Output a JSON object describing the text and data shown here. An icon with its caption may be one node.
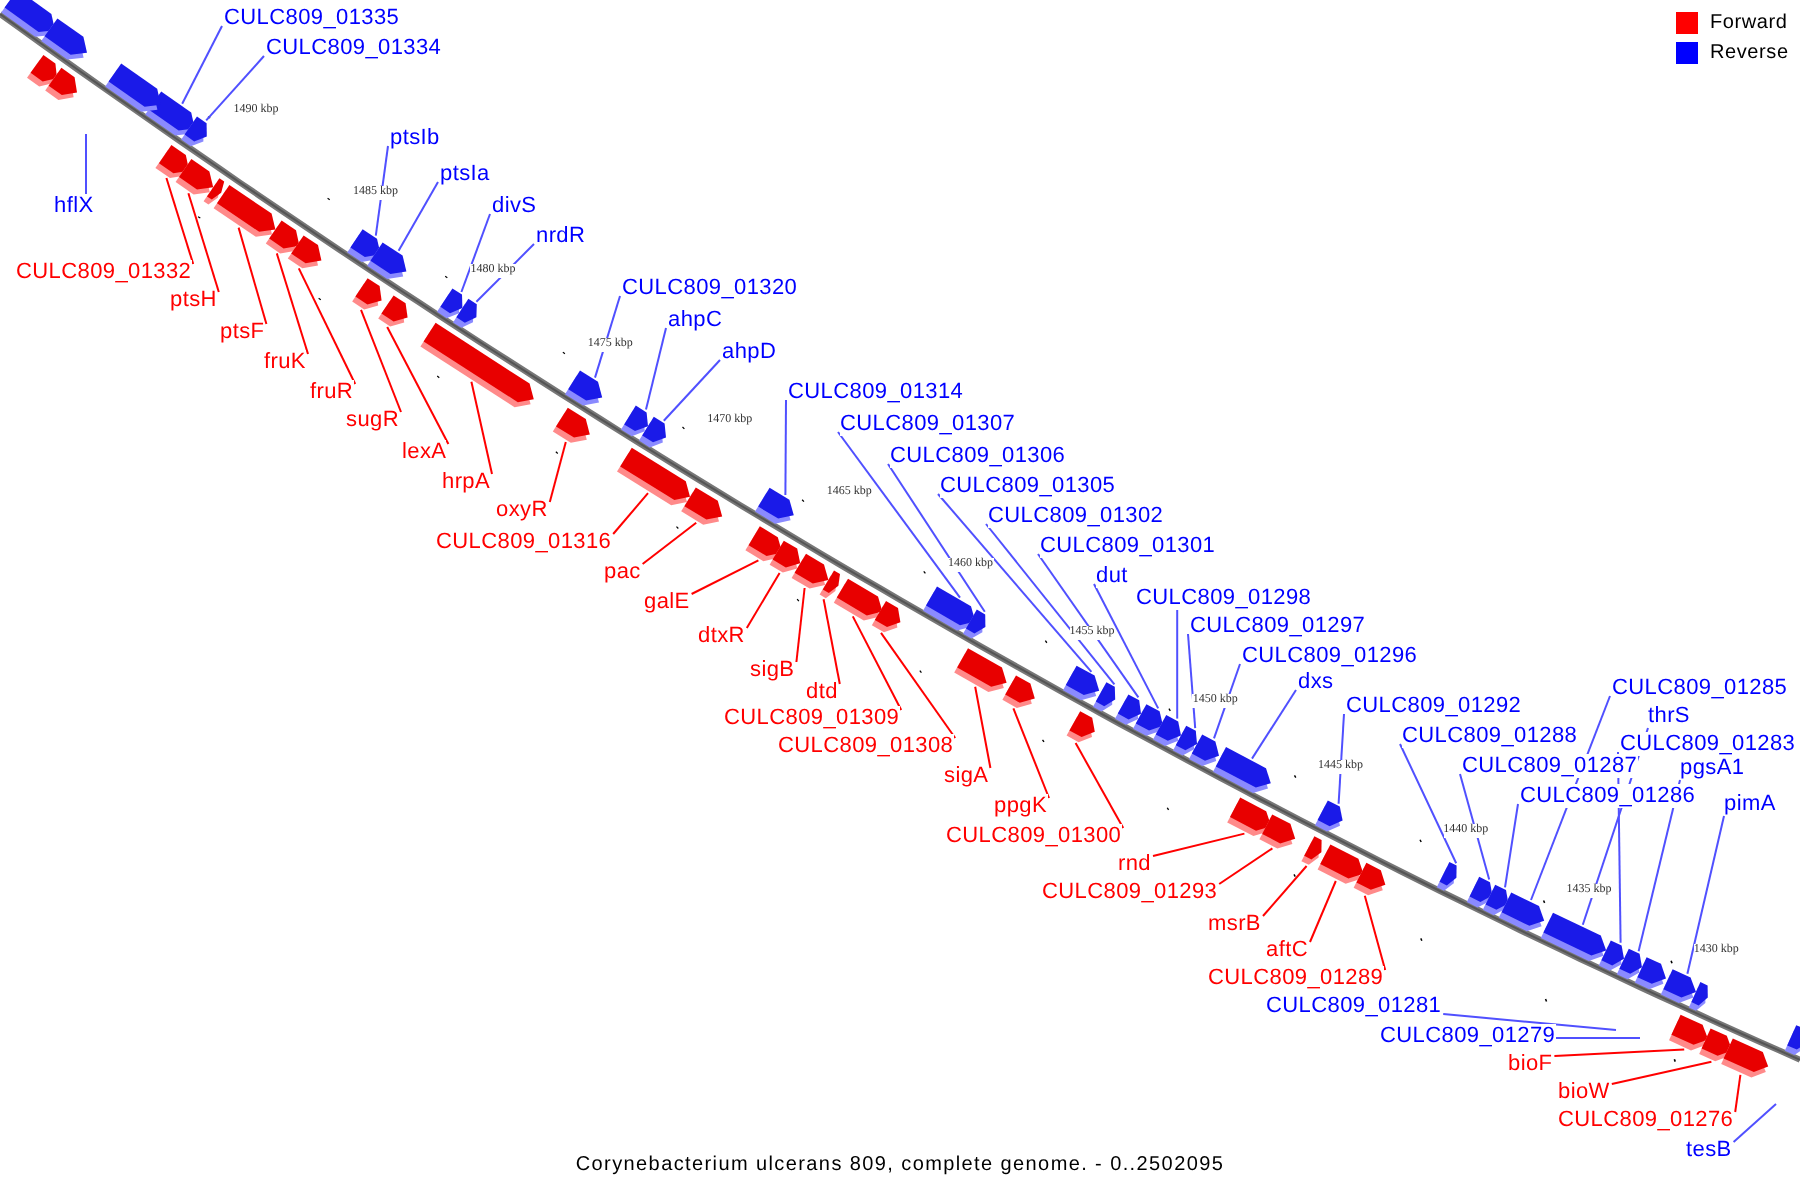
{
  "diagram": {
    "caption": "Corynebacterium ulcerans 809, complete genome. - 0..2502095",
    "nodes": [
      {
        "text": [
          "CULC809_01335"
        ]
      },
      {
        "text": [
          "CULC809_01334"
        ]
      },
      {
        "text": [
          "ptsIb"
        ]
      },
      {
        "text": [
          "ptsIa"
        ]
      },
      {
        "text": [
          "hflX"
        ]
      },
      {
        "text": [
          "divS"
        ]
      },
      {
        "text": [
          "nrdR"
        ]
      },
      {
        "text": [
          "CULC809_01332"
        ]
      },
      {
        "text": [
          "CULC809_01320"
        ]
      },
      {
        "text": [
          "ptsH"
        ]
      },
      {
        "text": [
          "ahpC"
        ]
      },
      {
        "text": [
          "ptsF"
        ]
      },
      {
        "text": [
          "ahpD"
        ]
      },
      {
        "text": [
          "fruK"
        ]
      },
      {
        "text": [
          "CULC809_01314"
        ]
      },
      {
        "text": [
          "fruR"
        ]
      },
      {
        "text": [
          "sugR"
        ]
      },
      {
        "text": [
          "CULC809_01307"
        ]
      },
      {
        "text": [
          "lexA"
        ]
      },
      {
        "text": [
          "CULC809_01306"
        ]
      },
      {
        "text": [
          "hrpA"
        ]
      },
      {
        "text": [
          "CULC809_01305"
        ]
      },
      {
        "text": [
          "oxyR"
        ]
      },
      {
        "text": [
          "CULC809_01302"
        ]
      },
      {
        "text": [
          "CULC809_01316"
        ]
      },
      {
        "text": [
          "CULC809_01301"
        ]
      },
      {
        "text": [
          "pac"
        ]
      },
      {
        "text": [
          "dut"
        ]
      },
      {
        "text": [
          "CULC809_01298"
        ]
      },
      {
        "text": [
          "galE"
        ]
      },
      {
        "text": [
          "CULC809_01297"
        ]
      },
      {
        "text": [
          "dtxR"
        ]
      },
      {
        "text": [
          "CULC809_01296"
        ]
      },
      {
        "text": [
          "sigB"
        ]
      },
      {
        "text": [
          "dxs"
        ]
      },
      {
        "text": [
          "dtd"
        ]
      },
      {
        "text": [
          "CULC809_01292"
        ]
      },
      {
        "text": [
          "CULC809_01285"
        ]
      },
      {
        "text": [
          "thrS"
        ]
      },
      {
        "text": [
          "CULC809_01309"
        ]
      },
      {
        "text": [
          "CULC809_01288"
        ]
      },
      {
        "text": [
          "CULC809_01283"
        ]
      },
      {
        "text": [
          "CULC809_01308"
        ]
      },
      {
        "text": [
          "CULC809_01287"
        ]
      },
      {
        "text": [
          "pgsA1"
        ]
      },
      {
        "text": [
          "sigA"
        ]
      },
      {
        "text": [
          "CULC809_01286"
        ]
      },
      {
        "text": [
          "pimA"
        ]
      },
      {
        "text": [
          "ppgK"
        ]
      },
      {
        "text": [
          "CULC809_01300"
        ]
      },
      {
        "text": [
          "rnd"
        ]
      },
      {
        "text": [
          "CULC809_01293"
        ]
      },
      {
        "text": [
          "msrB"
        ]
      },
      {
        "text": [
          "aftC"
        ]
      },
      {
        "text": [
          "CULC809_01289"
        ]
      },
      {
        "text": [
          "CULC809_01281"
        ]
      },
      {
        "text": [
          "CULC809_01279"
        ]
      },
      {
        "text": [
          "bioF"
        ]
      },
      {
        "text": [
          "bioW"
        ]
      },
      {
        "text": [
          "CULC809_01276"
        ]
      },
      {
        "text": [
          "tesB"
        ]
      },
      {
        "text": [],
        "shape": "bar"
      },
      {
        "text": [],
        "shape": "bar"
      },
      {
        "text": [],
        "shape": "bar"
      },
      {
        "text": [],
        "shape": "bar"
      },
      {
        "text": [],
        "shape": "bar"
      },
      {
        "text": [],
        "shape": "bar"
      },
      {
        "text": [],
        "shape": "bar"
      },
      {
        "text": [],
        "shape": "bar"
      },
      {
        "text": [],
        "shape": "bar"
      },
      {
        "text": [],
        "shape": "bar"
      },
      {
        "text": [],
        "shape": "bar"
      },
      {
        "text": [],
        "shape": "bar"
      },
      {
        "text": [],
        "shape": "bar"
      },
      {
        "text": [],
        "shape": "bar"
      },
      {
        "text": [],
        "shape": "bar"
      },
      {
        "text": [],
        "shape": "bar"
      },
      {
        "text": [],
        "shape": "bar"
      },
      {
        "text": [],
        "shape": "bar"
      },
      {
        "text": [],
        "shape": "bar"
      },
      {
        "text": [],
        "shape": "bar"
      },
      {
        "text": [],
        "shape": "bar"
      },
      {
        "text": [],
        "shape": "bar"
      },
      {
        "text": [],
        "shape": "bar"
      },
      {
        "text": [],
        "shape": "bar"
      },
      {
        "text": [],
        "shape": "bar"
      },
      {
        "text": [],
        "shape": "bar"
      },
      {
        "text": [],
        "shape": "bar"
      },
      {
        "text": [],
        "shape": "bar"
      },
      {
        "text": [],
        "shape": "bar"
      },
      {
        "text": [],
        "shape": "bar"
      },
      {
        "text": [],
        "shape": "bar"
      },
      {
        "text": [],
        "shape": "bar"
      },
      {
        "text": [],
        "shape": "bar"
      },
      {
        "text": [],
        "shape": "bar"
      },
      {
        "text": [],
        "shape": "bar"
      },
      {
        "text": [],
        "shape": "bar"
      },
      {
        "text": [],
        "shape": "bar"
      },
      {
        "text": [],
        "shape": "bar"
      },
      {
        "text": [],
        "shape": "bar"
      },
      {
        "text": [],
        "shape": "bar"
      },
      {
        "text": [],
        "shape": "bar"
      },
      {
        "text": [],
        "shape": "bar"
      },
      {
        "text": [],
        "shape": "bar"
      },
      {
        "text": [],
        "shape": "bar"
      },
      {
        "text": [],
        "shape": "bar"
      },
      {
        "text": [],
        "shape": "bar"
      },
      {
        "text": [],
        "shape": "bar"
      },
      {
        "text": [],
        "shape": "bar"
      },
      {
        "text": [],
        "shape": "bar"
      },
      {
        "text": [],
        "shape": "bar"
      },
      {
        "text": [],
        "shape": "bar"
      },
      {
        "text": [],
        "shape": "bar"
      },
      {
        "text": [],
        "shape": "bar"
      },
      {
        "text": [],
        "shape": "bar"
      },
      {
        "text": [],
        "shape": "bar"
      },
      {
        "text": [],
        "shape": "bar"
      },
      {
        "text": [],
        "shape": "bar"
      },
      {
        "text": [],
        "shape": "bar"
      },
      {
        "text": [],
        "shape": "bar"
      },
      {
        "text": [],
        "shape": "bar"
      },
      {
        "text": [],
        "shape": "bar"
      },
      {
        "text": [],
        "shape": "bar"
      },
      {
        "text": [],
        "shape": "bar"
      },
      {
        "text": [],
        "shape": "bar"
      },
      {
        "text": [],
        "shape": "bar"
      },
      {
        "text": [],
        "shape": "bar"
      }
    ],
    "edges": [
      {
        "from": 0,
        "to": 61,
        "arrow": "none"
      },
      {
        "from": 1,
        "to": 63,
        "arrow": "none"
      },
      {
        "from": 2,
        "to": 68,
        "arrow": "none"
      },
      {
        "from": 3,
        "to": 69,
        "arrow": "none"
      },
      {
        "from": 4,
        "to": null,
        "arrow": "none"
      },
      {
        "from": 5,
        "to": 72,
        "arrow": "none"
      },
      {
        "from": 6,
        "to": 74,
        "arrow": "none"
      },
      {
        "from": 7,
        "to": 62,
        "arrow": "none",
        "color": "#ff0000"
      },
      {
        "from": 8,
        "to": 75,
        "arrow": "none"
      },
      {
        "from": 9,
        "to": 64,
        "arrow": "none",
        "color": "#ff0000"
      },
      {
        "from": 10,
        "to": 77,
        "arrow": "none"
      },
      {
        "from": 11,
        "to": 65,
        "arrow": "none",
        "color": "#ff0000"
      },
      {
        "from": 12,
        "to": 79,
        "arrow": "none"
      },
      {
        "from": 13,
        "to": 66,
        "arrow": "none",
        "color": "#ff0000"
      },
      {
        "from": 14,
        "to": 81,
        "arrow": "none"
      },
      {
        "from": 15,
        "to": 67,
        "arrow": "none",
        "color": "#ff0000"
      },
      {
        "from": 16,
        "to": 70,
        "arrow": "none",
        "color": "#ff0000"
      },
      {
        "from": 17,
        "to": 88,
        "arrow": "none"
      },
      {
        "from": 18,
        "to": 71,
        "arrow": "none",
        "color": "#ff0000"
      },
      {
        "from": 19,
        "to": 89,
        "arrow": "none"
      },
      {
        "from": 20,
        "to": 73,
        "arrow": "none",
        "color": "#ff0000"
      },
      {
        "from": 21,
        "to": 92,
        "arrow": "none"
      },
      {
        "from": 22,
        "to": 76,
        "arrow": "none",
        "color": "#ff0000"
      },
      {
        "from": 23,
        "to": 94,
        "arrow": "none"
      },
      {
        "from": 24,
        "to": 78,
        "arrow": "none",
        "color": "#ff0000"
      },
      {
        "from": 25,
        "to": 95,
        "arrow": "none"
      },
      {
        "from": 26,
        "to": 80,
        "arrow": "none",
        "color": "#ff0000"
      },
      {
        "from": 27,
        "to": 96,
        "arrow": "none"
      },
      {
        "from": 28,
        "to": 97,
        "arrow": "none"
      },
      {
        "from": 29,
        "to": 82,
        "arrow": "none",
        "color": "#ff0000"
      },
      {
        "from": 30,
        "to": 98,
        "arrow": "none"
      },
      {
        "from": 31,
        "to": 83,
        "arrow": "none",
        "color": "#ff0000"
      },
      {
        "from": 32,
        "to": 99,
        "arrow": "none"
      },
      {
        "from": 33,
        "to": 84,
        "arrow": "none",
        "color": "#ff0000"
      },
      {
        "from": 34,
        "to": 100,
        "arrow": "none"
      },
      {
        "from": 35,
        "to": 85,
        "arrow": "none",
        "color": "#ff0000"
      },
      {
        "from": 36,
        "to": 103,
        "arrow": "none"
      },
      {
        "from": 37,
        "to": 110,
        "arrow": "none"
      },
      {
        "from": 38,
        "to": 111,
        "arrow": "none"
      },
      {
        "from": 39,
        "to": 86,
        "arrow": "none",
        "color": "#ff0000"
      },
      {
        "from": 40,
        "to": 107,
        "arrow": "none"
      },
      {
        "from": 41,
        "to": 112,
        "arrow": "none"
      },
      {
        "from": 42,
        "to": 87,
        "arrow": "none",
        "color": "#ff0000"
      },
      {
        "from": 43,
        "to": 108,
        "arrow": "none"
      },
      {
        "from": 44,
        "to": 113,
        "arrow": "none"
      },
      {
        "from": 45,
        "to": 90,
        "arrow": "none",
        "color": "#ff0000"
      },
      {
        "from": 46,
        "to": 109,
        "arrow": "none"
      },
      {
        "from": 47,
        "to": 114,
        "arrow": "none"
      },
      {
        "from": 48,
        "to": 91,
        "arrow": "none",
        "color": "#ff0000"
      },
      {
        "from": 49,
        "to": 93,
        "arrow": "none",
        "color": "#ff0000"
      },
      {
        "from": 50,
        "to": 101,
        "arrow": "none",
        "color": "#ff0000"
      },
      {
        "from": 51,
        "to": 102,
        "arrow": "none",
        "color": "#ff0000"
      },
      {
        "from": 52,
        "to": 104,
        "arrow": "none",
        "color": "#ff0000"
      },
      {
        "from": 53,
        "to": 105,
        "arrow": "none",
        "color": "#ff0000"
      },
      {
        "from": 54,
        "to": 106,
        "arrow": "none",
        "color": "#ff0000"
      },
      {
        "from": 55,
        "to": null,
        "arrow": "none"
      },
      {
        "from": 56,
        "to": null,
        "arrow": "none"
      },
      {
        "from": 57,
        "to": 115,
        "arrow": "none",
        "color": "#ff0000"
      },
      {
        "from": 58,
        "to": 116,
        "arrow": "none",
        "color": "#ff0000"
      },
      {
        "from": 59,
        "to": 117,
        "arrow": "none",
        "color": "#ff0000"
      },
      {
        "from": 60,
        "to": null,
        "arrow": "none"
      }
    ],
    "labels": [
      "1490 kbp",
      "1485 kbp",
      "1480 kbp",
      "1475 kbp",
      "1470 kbp",
      "1465 kbp",
      "1460 kbp",
      "1455 kbp",
      "1450 kbp",
      "1445 kbp",
      "1440 kbp",
      "1435 kbp",
      "1430 kbp"
    ],
    "legend": [
      {
        "text": "Forward",
        "color": "#ff0000"
      },
      {
        "text": "Reverse",
        "color": "#0000ff"
      }
    ]
  }
}
